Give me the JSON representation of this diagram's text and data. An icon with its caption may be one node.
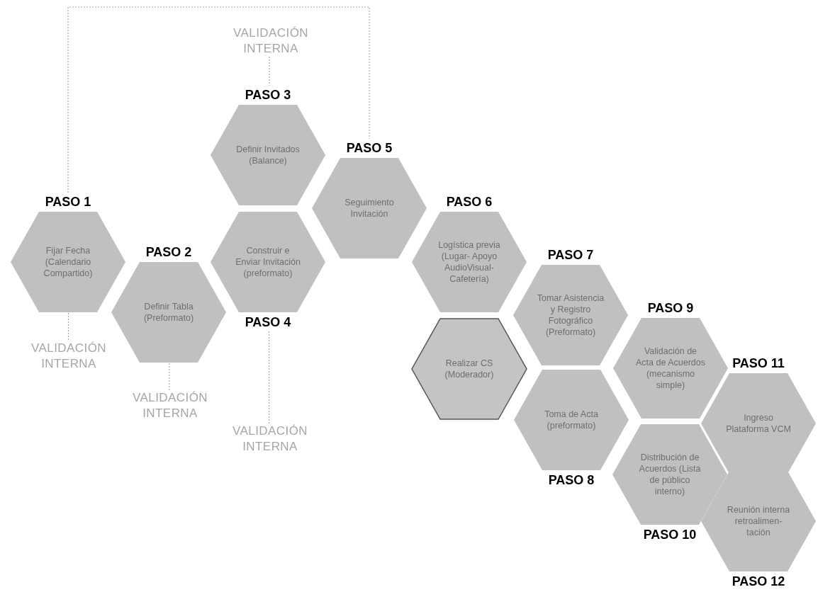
{
  "diagram": {
    "nodes": [
      {
        "text": [
          "VALIDACIÓN INTERNA"
        ]
      },
      {
        "text": [
          "PASO 1",
          "Fijar Fecha (Calendario Compartido)"
        ]
      },
      {
        "text": [
          "PASO 2",
          "Definir Tabla (Preformato)"
        ]
      },
      {
        "text": [
          "PASO 3",
          "Definir Invitados (Balance)"
        ]
      },
      {
        "text": [
          "Construir e Enviar Invitación (preformato)",
          "PASO 4"
        ]
      },
      {
        "text": [
          "PASO 5",
          "Seguimiento Invitación"
        ]
      },
      {
        "text": [
          "PASO 6",
          "Logística previa (Lugar- Apoyo AudioVisual- Cafetería)"
        ]
      },
      {
        "text": [
          "Realizar CS (Moderador)"
        ]
      },
      {
        "text": [
          "PASO 7",
          "Tomar Asistencia y Registro Fotográfico (Preformato)"
        ]
      },
      {
        "text": [
          "Toma de Acta (preformato)",
          "PASO 8"
        ]
      },
      {
        "text": [
          "PASO 9",
          "Validación de Acta de Acuerdos (mecanismo simple)"
        ]
      },
      {
        "text": [
          "Distribución de Acuerdos (Lista de público interno)",
          "PASO 10"
        ]
      },
      {
        "text": [
          "PASO 11",
          "Ingreso Plataforma VCM"
        ]
      },
      {
        "text": [
          "Reunión interna retroalimen- tación",
          "PASO 12"
        ]
      },
      {
        "text": [
          "VALIDACIÓN INTERNA"
        ]
      },
      {
        "text": [
          "VALIDACIÓN INTERNA"
        ]
      },
      {
        "text": [
          "VALIDACIÓN INTERNA"
        ]
      }
    ],
    "edges": [
      {
        "from": 0,
        "to": 3,
        "arrow": "none",
        "style": "dashed"
      },
      {
        "from": 1,
        "to": 14,
        "arrow": "none",
        "style": "dashed"
      },
      {
        "from": 2,
        "to": 15,
        "arrow": "none",
        "style": "dashed"
      },
      {
        "from": 4,
        "to": 16,
        "arrow": "none",
        "style": "dashed"
      },
      {
        "from": 1,
        "to": 5,
        "arrow": "none",
        "style": "dashed"
      }
    ]
  }
}
